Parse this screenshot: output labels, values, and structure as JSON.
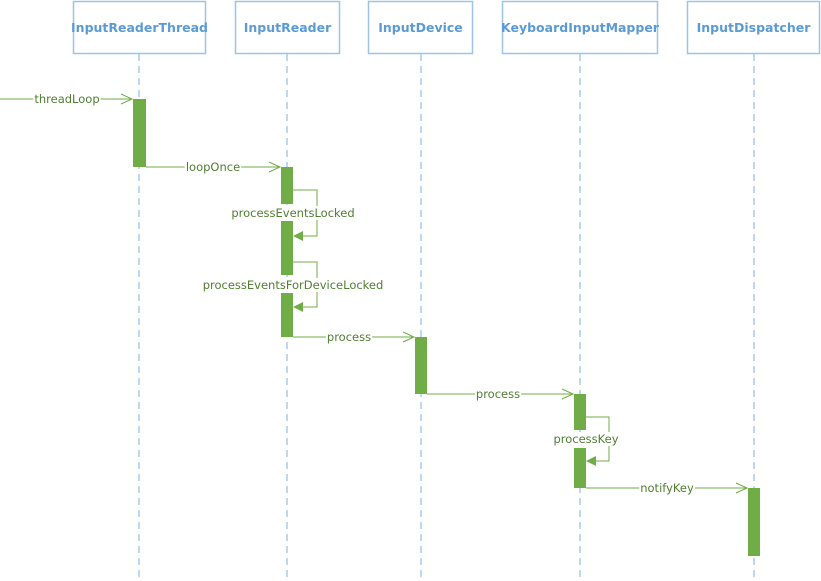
{
  "diagram": {
    "type": "sequence",
    "participants": [
      {
        "id": "p0",
        "name": "InputReaderThread"
      },
      {
        "id": "p1",
        "name": "InputReader"
      },
      {
        "id": "p2",
        "name": "InputDevice"
      },
      {
        "id": "p3",
        "name": "KeyboardInputMapper"
      },
      {
        "id": "p4",
        "name": "InputDispatcher"
      }
    ],
    "messages": [
      {
        "from": "external",
        "to": "InputReaderThread",
        "label": "threadLoop",
        "kind": "call"
      },
      {
        "from": "InputReaderThread",
        "to": "InputReader",
        "label": "loopOnce",
        "kind": "call"
      },
      {
        "from": "InputReader",
        "to": "InputReader",
        "label": "processEventsLocked",
        "kind": "self"
      },
      {
        "from": "InputReader",
        "to": "InputReader",
        "label": "processEventsForDeviceLocked",
        "kind": "self"
      },
      {
        "from": "InputReader",
        "to": "InputDevice",
        "label": "process",
        "kind": "call"
      },
      {
        "from": "InputDevice",
        "to": "KeyboardInputMapper",
        "label": "process",
        "kind": "call"
      },
      {
        "from": "KeyboardInputMapper",
        "to": "KeyboardInputMapper",
        "label": "processKey",
        "kind": "self"
      },
      {
        "from": "KeyboardInputMapper",
        "to": "InputDispatcher",
        "label": "notifyKey",
        "kind": "call"
      }
    ],
    "colors": {
      "participant_border": "#9dc3e6",
      "participant_text": "#5b9bd5",
      "lifeline": "#9dc3e6",
      "activation": "#70ad47",
      "message_text": "#507e32"
    }
  }
}
